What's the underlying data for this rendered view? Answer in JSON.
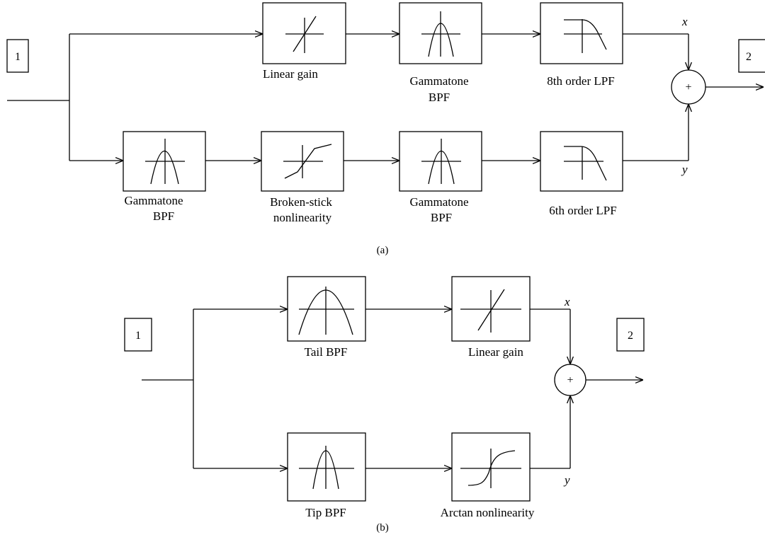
{
  "diagram_a": {
    "caption": "(a)",
    "tag_left": "1",
    "tag_right": "2",
    "output_x": "x",
    "output_y": "y",
    "sum_symbol": "+",
    "top_path": [
      {
        "label_lines": [
          "Linear gain"
        ],
        "icon": "linear-gain-icon"
      },
      {
        "label_lines": [
          "Gammatone",
          "BPF"
        ],
        "icon": "bandpass-filter-icon"
      },
      {
        "label_lines": [
          "8th order LPF"
        ],
        "icon": "lowpass-filter-icon"
      }
    ],
    "bottom_path": [
      {
        "label_lines": [
          "Gammatone",
          "BPF"
        ],
        "icon": "bandpass-filter-icon"
      },
      {
        "label_lines": [
          "Broken-stick",
          "nonlinearity"
        ],
        "icon": "broken-stick-nonlinearity-icon"
      },
      {
        "label_lines": [
          "Gammatone",
          "BPF"
        ],
        "icon": "bandpass-filter-icon"
      },
      {
        "label_lines": [
          "6th order LPF"
        ],
        "icon": "lowpass-filter-icon"
      }
    ]
  },
  "diagram_b": {
    "caption": "(b)",
    "tag_left": "1",
    "tag_right": "2",
    "output_x": "x",
    "output_y": "y",
    "sum_symbol": "+",
    "top_path": [
      {
        "label_lines": [
          "Tail BPF"
        ],
        "icon": "bandpass-filter-icon"
      },
      {
        "label_lines": [
          "Linear gain"
        ],
        "icon": "linear-gain-icon"
      }
    ],
    "bottom_path": [
      {
        "label_lines": [
          "Tip BPF"
        ],
        "icon": "narrow-bandpass-filter-icon"
      },
      {
        "label_lines": [
          "Arctan nonlinearity"
        ],
        "icon": "arctan-nonlinearity-icon"
      }
    ]
  }
}
